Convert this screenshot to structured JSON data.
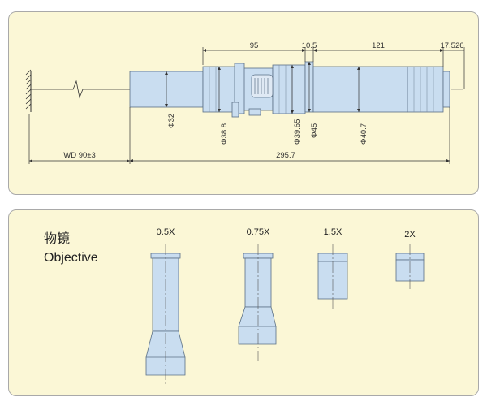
{
  "dimensions_drawing": {
    "length_95": "95",
    "length_10_5": "10.5",
    "length_121": "121",
    "length_17_526": "17.526",
    "total_length": "295.7",
    "working_distance": "WD 90±3",
    "diameters": [
      "Φ32",
      "Φ38.8",
      "Φ39.65",
      "Φ45",
      "Φ40.7"
    ]
  },
  "objective_section": {
    "title_cn": "物镜",
    "title_en": "Objective",
    "objectives": [
      {
        "label": "0.5X"
      },
      {
        "label": "0.75X"
      },
      {
        "label": "1.5X"
      },
      {
        "label": "2X"
      }
    ]
  },
  "colors": {
    "panel_bg": "#fbf7d6",
    "part_fill": "#c9ddf0",
    "part_stroke": "#5a6f85",
    "line": "#333333"
  }
}
